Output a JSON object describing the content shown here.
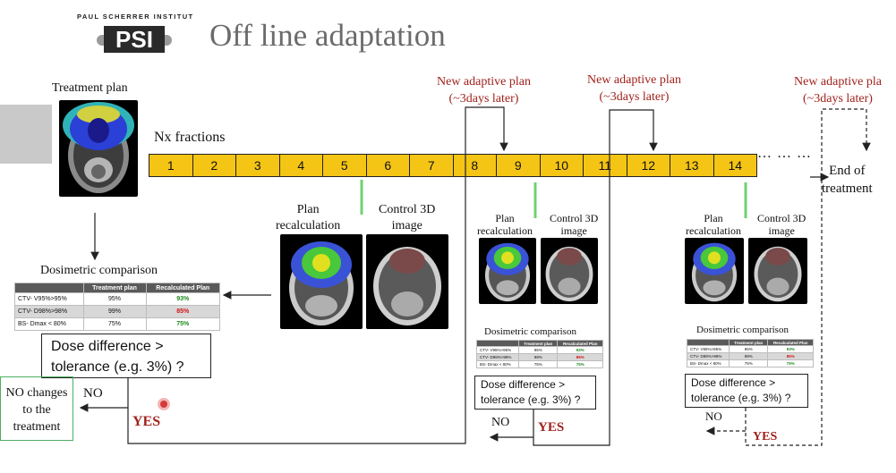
{
  "header": {
    "institute": "PAUL SCHERRER INSTITUT",
    "logo_text": "PSI",
    "title": "Off line adaptation"
  },
  "treatment_plan_label": "Treatment plan",
  "timeline": {
    "label": "Nx fractions",
    "fractions": [
      "1",
      "2",
      "3",
      "4",
      "5",
      "6",
      "7",
      "8",
      "9",
      "10",
      "11",
      "12",
      "13",
      "14"
    ],
    "ellipsis": "… … …",
    "end_label_line1": "End of",
    "end_label_line2": "treatment"
  },
  "adaptive_plans": [
    {
      "line1": "New adaptive plan",
      "line2": "(~3days later)"
    },
    {
      "line1": "New adaptive plan",
      "line2": "(~3days later)"
    },
    {
      "line1": "New adaptive pla",
      "line2": "(~3days later)"
    }
  ],
  "checkpoints": [
    {
      "recalc_line1": "Plan",
      "recalc_line2": "recalculation",
      "control_line1": "Control 3D",
      "control_line2": "image"
    },
    {
      "recalc_line1": "Plan",
      "recalc_line2": "recalculation",
      "control_line1": "Control 3D",
      "control_line2": "image"
    },
    {
      "recalc_line1": "Plan",
      "recalc_line2": "recalculation",
      "control_line1": "Control 3D",
      "control_line2": "image"
    }
  ],
  "dosimetric": {
    "title": "Dosimetric comparison",
    "headers": [
      "",
      "Treatment plan",
      "Recalculated Plan"
    ],
    "rows": [
      [
        "CTV- V95%>95%",
        "95%",
        "93%"
      ],
      [
        "CTV- D98%>98%",
        "99%",
        "85%"
      ],
      [
        "BS- Dmax < 80%",
        "75%",
        "75%"
      ]
    ]
  },
  "decision": {
    "question_line1": "Dose difference >",
    "question_line2": "tolerance (e.g. 3%) ?",
    "no": "NO",
    "yes": "YES",
    "no_change_line1": "NO changes",
    "no_change_line2": "to the",
    "no_change_line3": "treatment"
  },
  "colors": {
    "fraction_fill": "#f5c516",
    "accent_red": "#a0221c",
    "green_marker": "#6fd16f",
    "title_gray": "#6b6b6b"
  }
}
